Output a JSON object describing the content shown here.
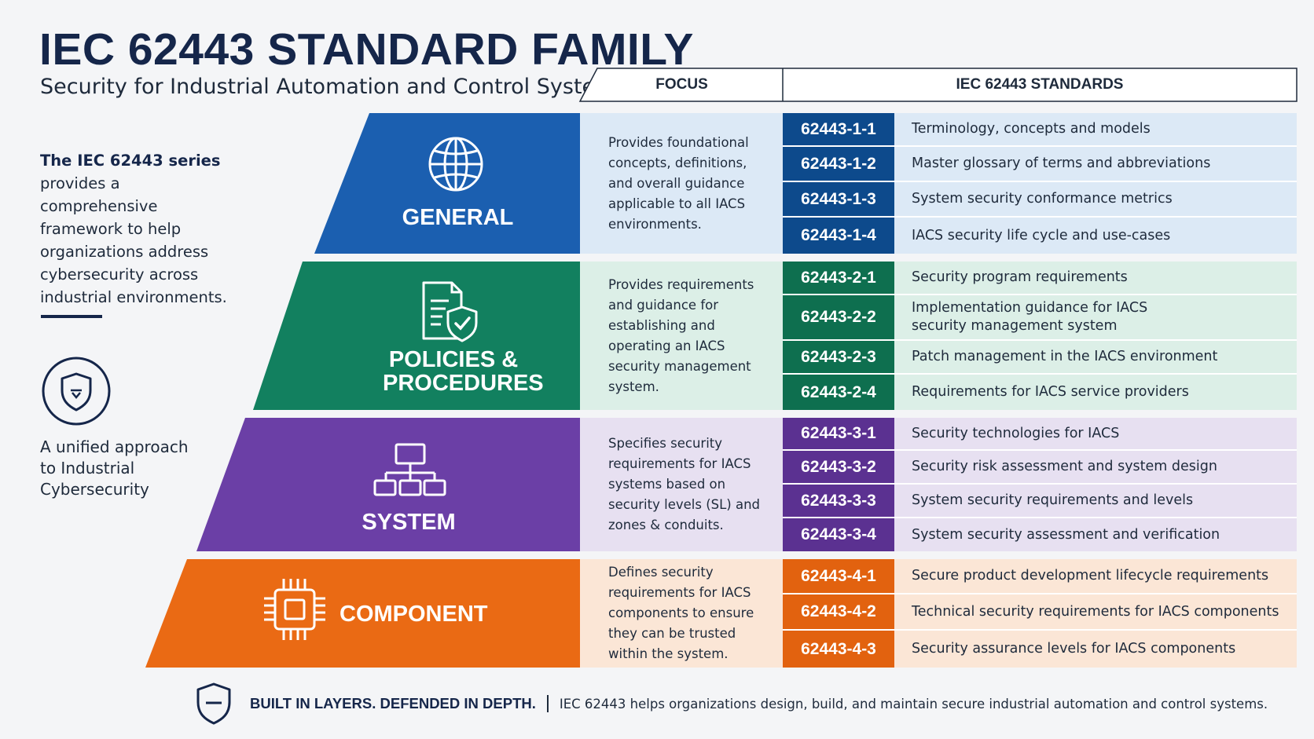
{
  "title": "IEC 62443 STANDARD FAMILY",
  "subtitle": "Security for Industrial Automation and Control Systems",
  "intro": {
    "lead": "The IEC 62443 series",
    "body": "provides a comprehensive framework to help organizations address cybersecurity across industrial environments."
  },
  "unified_text": "A unified approach to Industrial Cybersecurity",
  "header": {
    "focus": "FOCUS",
    "standards": "IEC 62443 STANDARDS"
  },
  "colors": {
    "navy": "#15264a",
    "general": "#1b5fb0",
    "general_code": "#0d4a8c",
    "general_tint": "#dce9f6",
    "policies": "#12805f",
    "policies_code": "#0e6f4f",
    "policies_tint": "#dcefe7",
    "system": "#6b3fa6",
    "system_code": "#5b3191",
    "system_tint": "#e7e0f1",
    "component": "#ea6a14",
    "component_code": "#e2620f",
    "component_tint": "#fbe6d6"
  },
  "layers": [
    {
      "title": "GENERAL",
      "icon": "globe-icon",
      "focus": "Provides foundational concepts, definitions, and overall guidance applicable to all IACS environments.",
      "standards": [
        {
          "code": "62443-1-1",
          "desc": "Terminology, concepts and models"
        },
        {
          "code": "62443-1-2",
          "desc": "Master glossary of terms and abbreviations"
        },
        {
          "code": "62443-1-3",
          "desc": "System security conformance metrics"
        },
        {
          "code": "62443-1-4",
          "desc": "IACS security life cycle and use-cases"
        }
      ]
    },
    {
      "title": "POLICIES & PROCEDURES",
      "icon": "document-shield-icon",
      "focus": "Provides requirements and guidance for establishing and operating an IACS security management system.",
      "standards": [
        {
          "code": "62443-2-1",
          "desc": "Security program requirements"
        },
        {
          "code": "62443-2-2",
          "desc": "Implementation guidance for IACS security management system"
        },
        {
          "code": "62443-2-3",
          "desc": "Patch management in the IACS environment"
        },
        {
          "code": "62443-2-4",
          "desc": "Requirements for IACS service providers"
        }
      ]
    },
    {
      "title": "SYSTEM",
      "icon": "network-hierarchy-icon",
      "focus": "Specifies security requirements for IACS systems based on security levels (SL) and zones & conduits.",
      "standards": [
        {
          "code": "62443-3-1",
          "desc": "Security technologies for IACS"
        },
        {
          "code": "62443-3-2",
          "desc": "Security risk assessment and system design"
        },
        {
          "code": "62443-3-3",
          "desc": "System security requirements and levels"
        },
        {
          "code": "62443-3-4",
          "desc": "System security assessment and verification"
        }
      ]
    },
    {
      "title": "COMPONENT",
      "icon": "chip-icon",
      "focus": "Defines security requirements for IACS components to ensure they can be trusted within the system.",
      "standards": [
        {
          "code": "62443-4-1",
          "desc": "Secure product development lifecycle requirements"
        },
        {
          "code": "62443-4-2",
          "desc": "Technical security requirements for IACS components"
        },
        {
          "code": "62443-4-3",
          "desc": "Security assurance levels for IACS components"
        }
      ]
    }
  ],
  "footer": {
    "strong": "BUILT IN LAYERS. DEFENDED IN DEPTH.",
    "text": "IEC 62443 helps organizations design, build, and maintain secure industrial automation and control systems."
  }
}
